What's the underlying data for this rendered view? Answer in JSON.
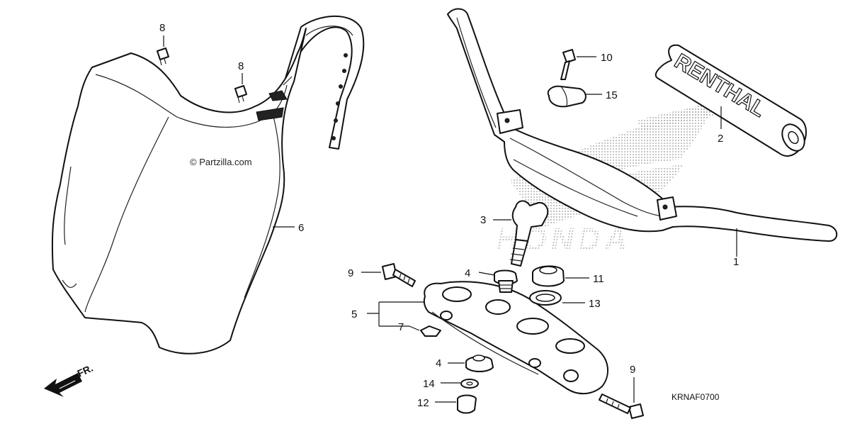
{
  "watermark": "© Partzilla.com",
  "brand_pattern_text": "HONDA",
  "grip_text": "RENTHAL",
  "diagram_code": "KRNAF0700",
  "direction_label": "FR.",
  "callouts": {
    "c1": "1",
    "c2": "2",
    "c3": "3",
    "c4a": "4",
    "c4b": "4",
    "c5": "5",
    "c6": "6",
    "c7": "7",
    "c8a": "8",
    "c8b": "8",
    "c9a": "9",
    "c9b": "9",
    "c10": "10",
    "c11": "11",
    "c12": "12",
    "c13": "13",
    "c14": "14",
    "c15": "15"
  }
}
